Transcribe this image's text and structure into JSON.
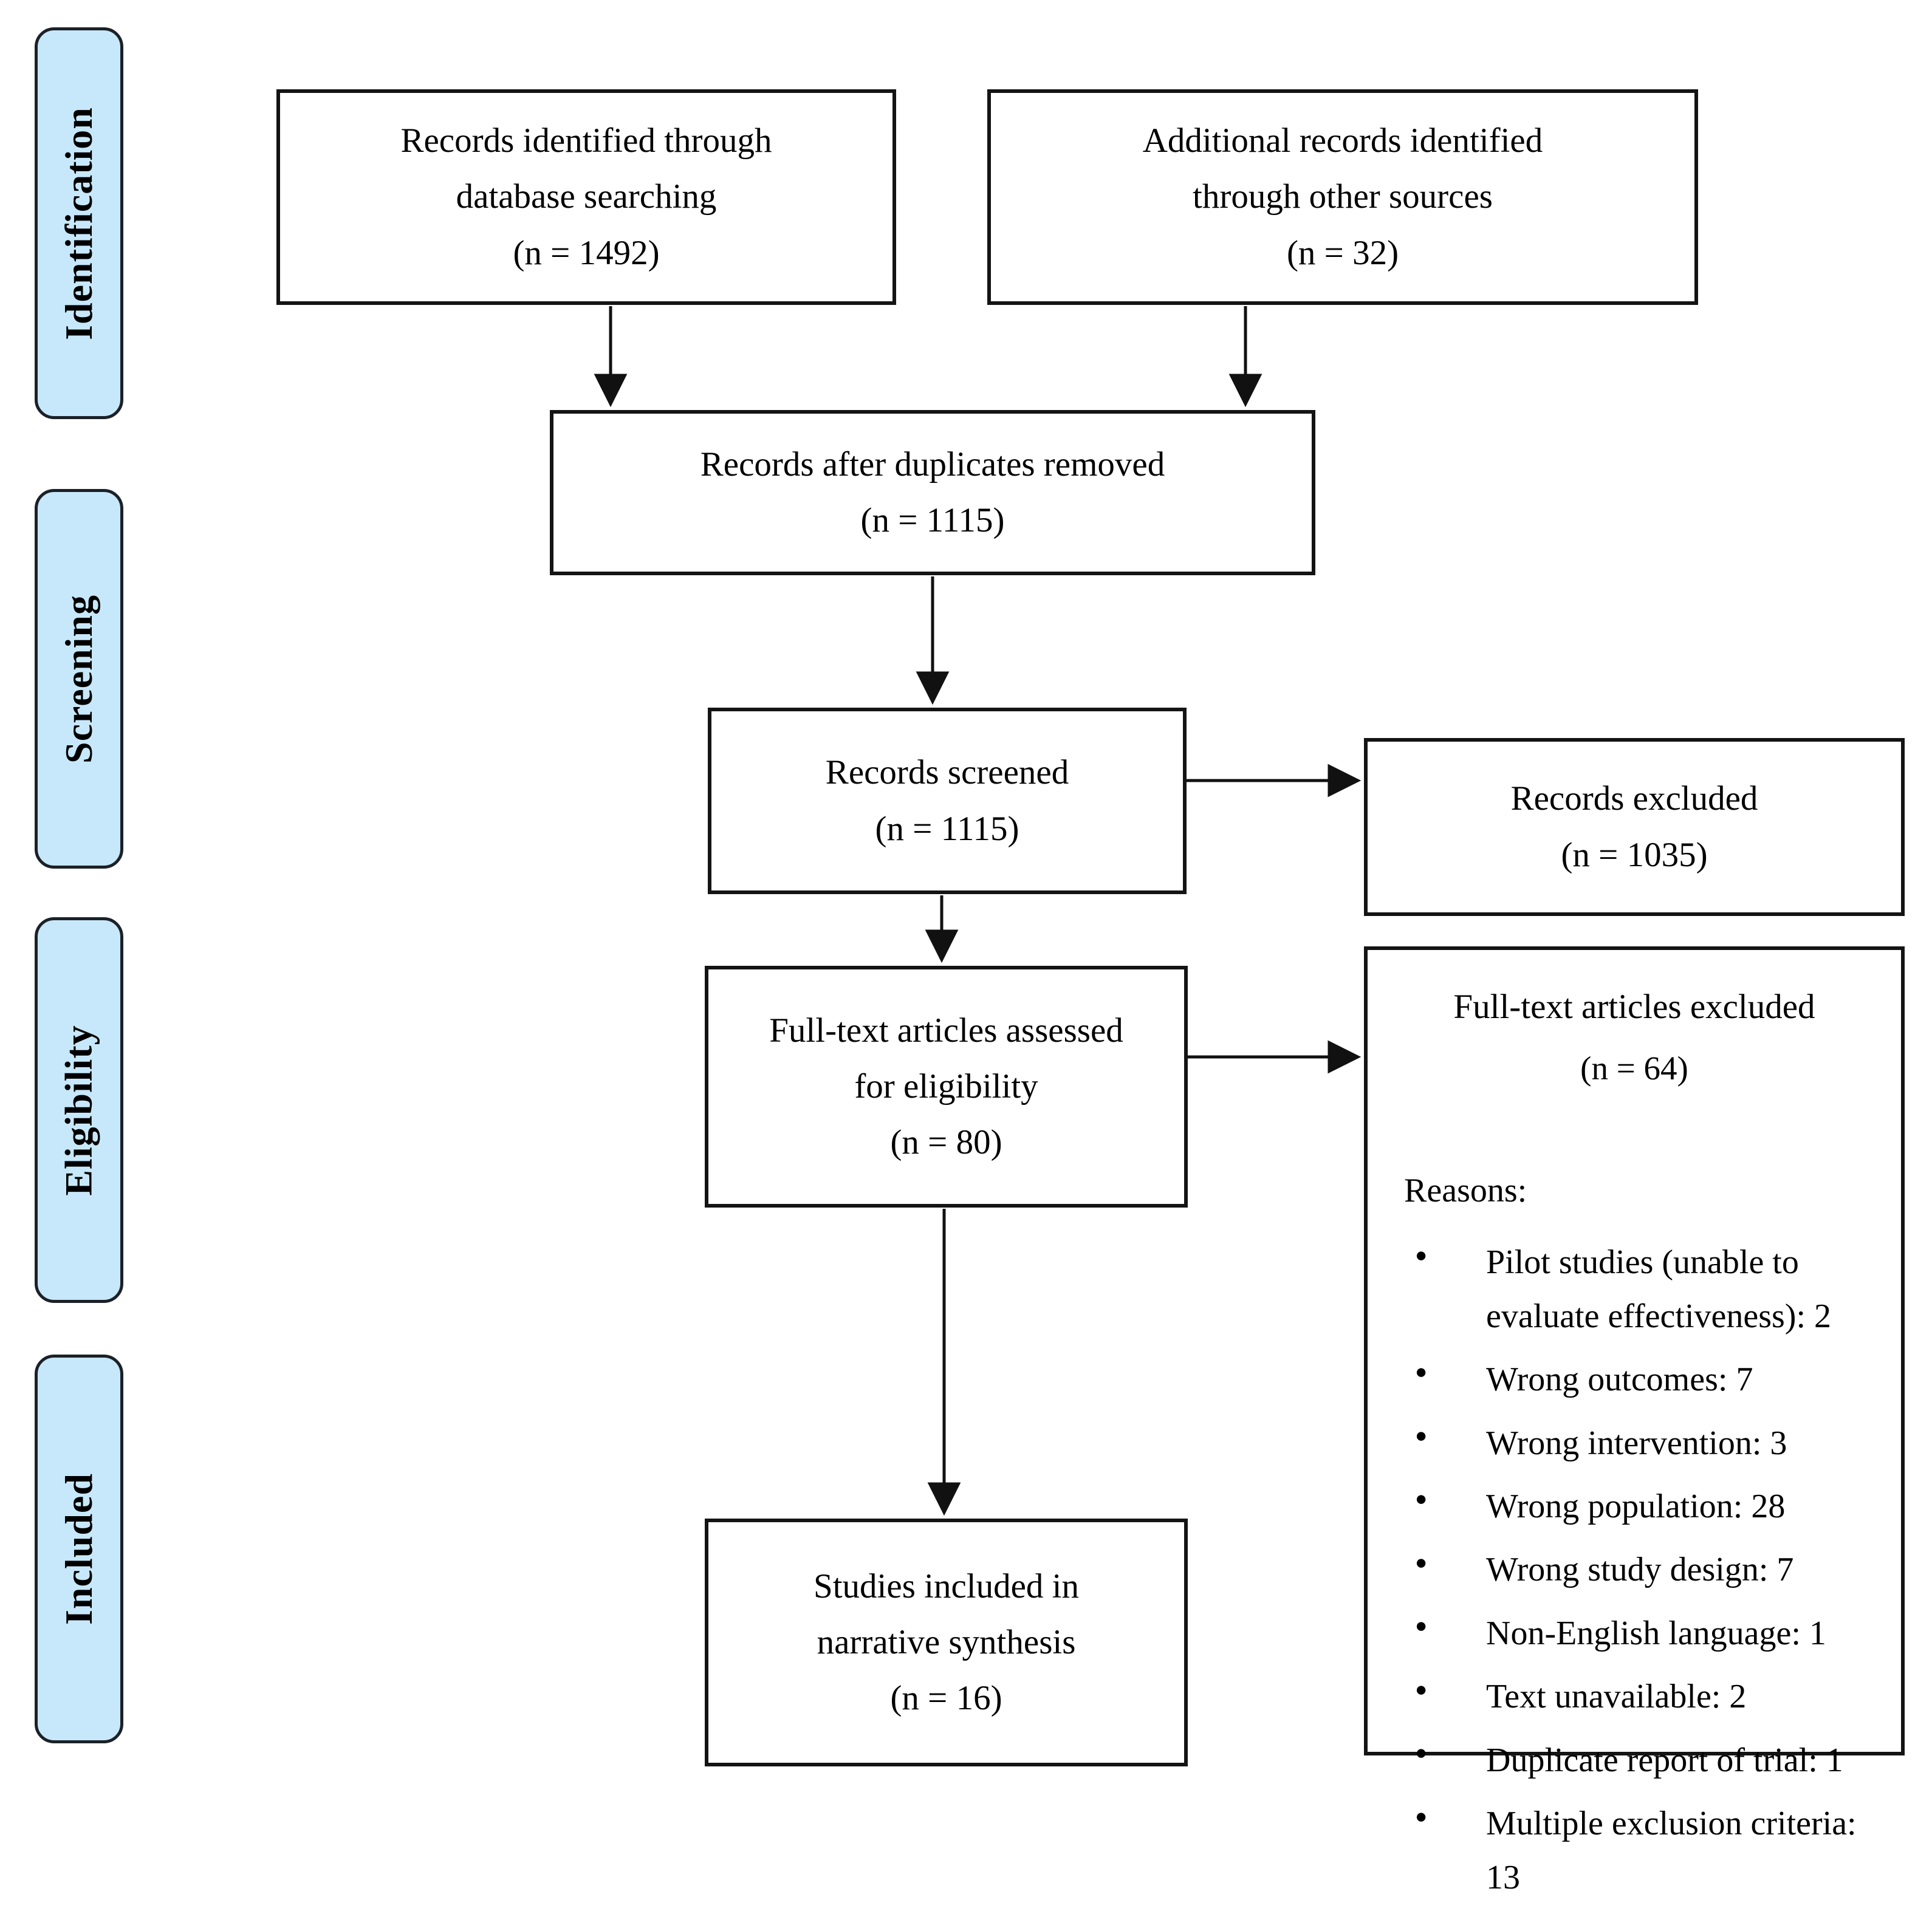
{
  "stages": [
    {
      "label": "Identification"
    },
    {
      "label": "Screening"
    },
    {
      "label": "Eligibility"
    },
    {
      "label": "Included"
    }
  ],
  "boxes": {
    "identified": {
      "text": "Records identified through database searching",
      "count": "(n = 1492)"
    },
    "additional": {
      "text": "Additional records identified through other sources",
      "count": "(n = 32)"
    },
    "deduplicated": {
      "text": "Records after duplicates removed",
      "count": "(n = 1115)"
    },
    "screened": {
      "text": "Records screened",
      "count": "(n = 1115)"
    },
    "records_excluded": {
      "text": "Records excluded",
      "count": "(n = 1035)"
    },
    "fulltext_assessed": {
      "text": "Full-text articles assessed for eligibility",
      "count": "(n = 80)"
    },
    "fulltext_excluded": {
      "title": "Full-text articles excluded",
      "count": "(n = 64)",
      "reasons_label": "Reasons:",
      "reasons": [
        "Pilot studies (unable to evaluate effectiveness): 2",
        "Wrong outcomes: 7",
        "Wrong intervention: 3",
        "Wrong population: 28",
        "Wrong study design: 7",
        "Non-English language: 1",
        "Text unavailable: 2",
        "Duplicate report of trial: 1",
        "Multiple exclusion criteria: 13"
      ]
    },
    "included": {
      "text": "Studies included in narrative synthesis",
      "count": "(n = 16)"
    }
  },
  "colors": {
    "stage_fill": "#c7e8fa",
    "stage_border": "#1b2127",
    "box_border": "#141414",
    "arrow": "#111111"
  }
}
